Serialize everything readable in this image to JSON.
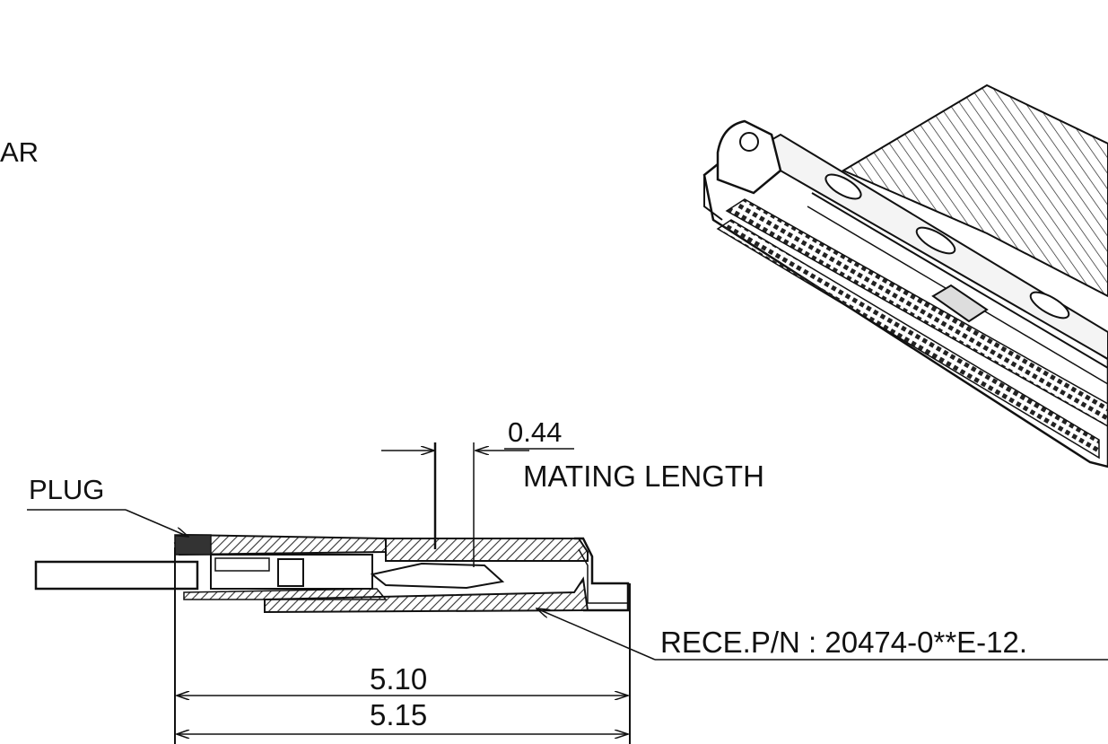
{
  "labels": {
    "partial_left_text": "AR",
    "plug": "PLUG",
    "gap_dimension": "0.44",
    "gap_caption": "MATING LENGTH",
    "receptacle_pn": "RECE.P/N : 20474-0**E-12.",
    "dimension_inner": "5.10",
    "dimension_outer": "5.15"
  },
  "colors": {
    "line": "#111111",
    "hatch": "#333333",
    "background": "#ffffff"
  },
  "icons": {
    "cross_section": "connector-cross-section",
    "isometric": "cable-connector-isometric"
  }
}
